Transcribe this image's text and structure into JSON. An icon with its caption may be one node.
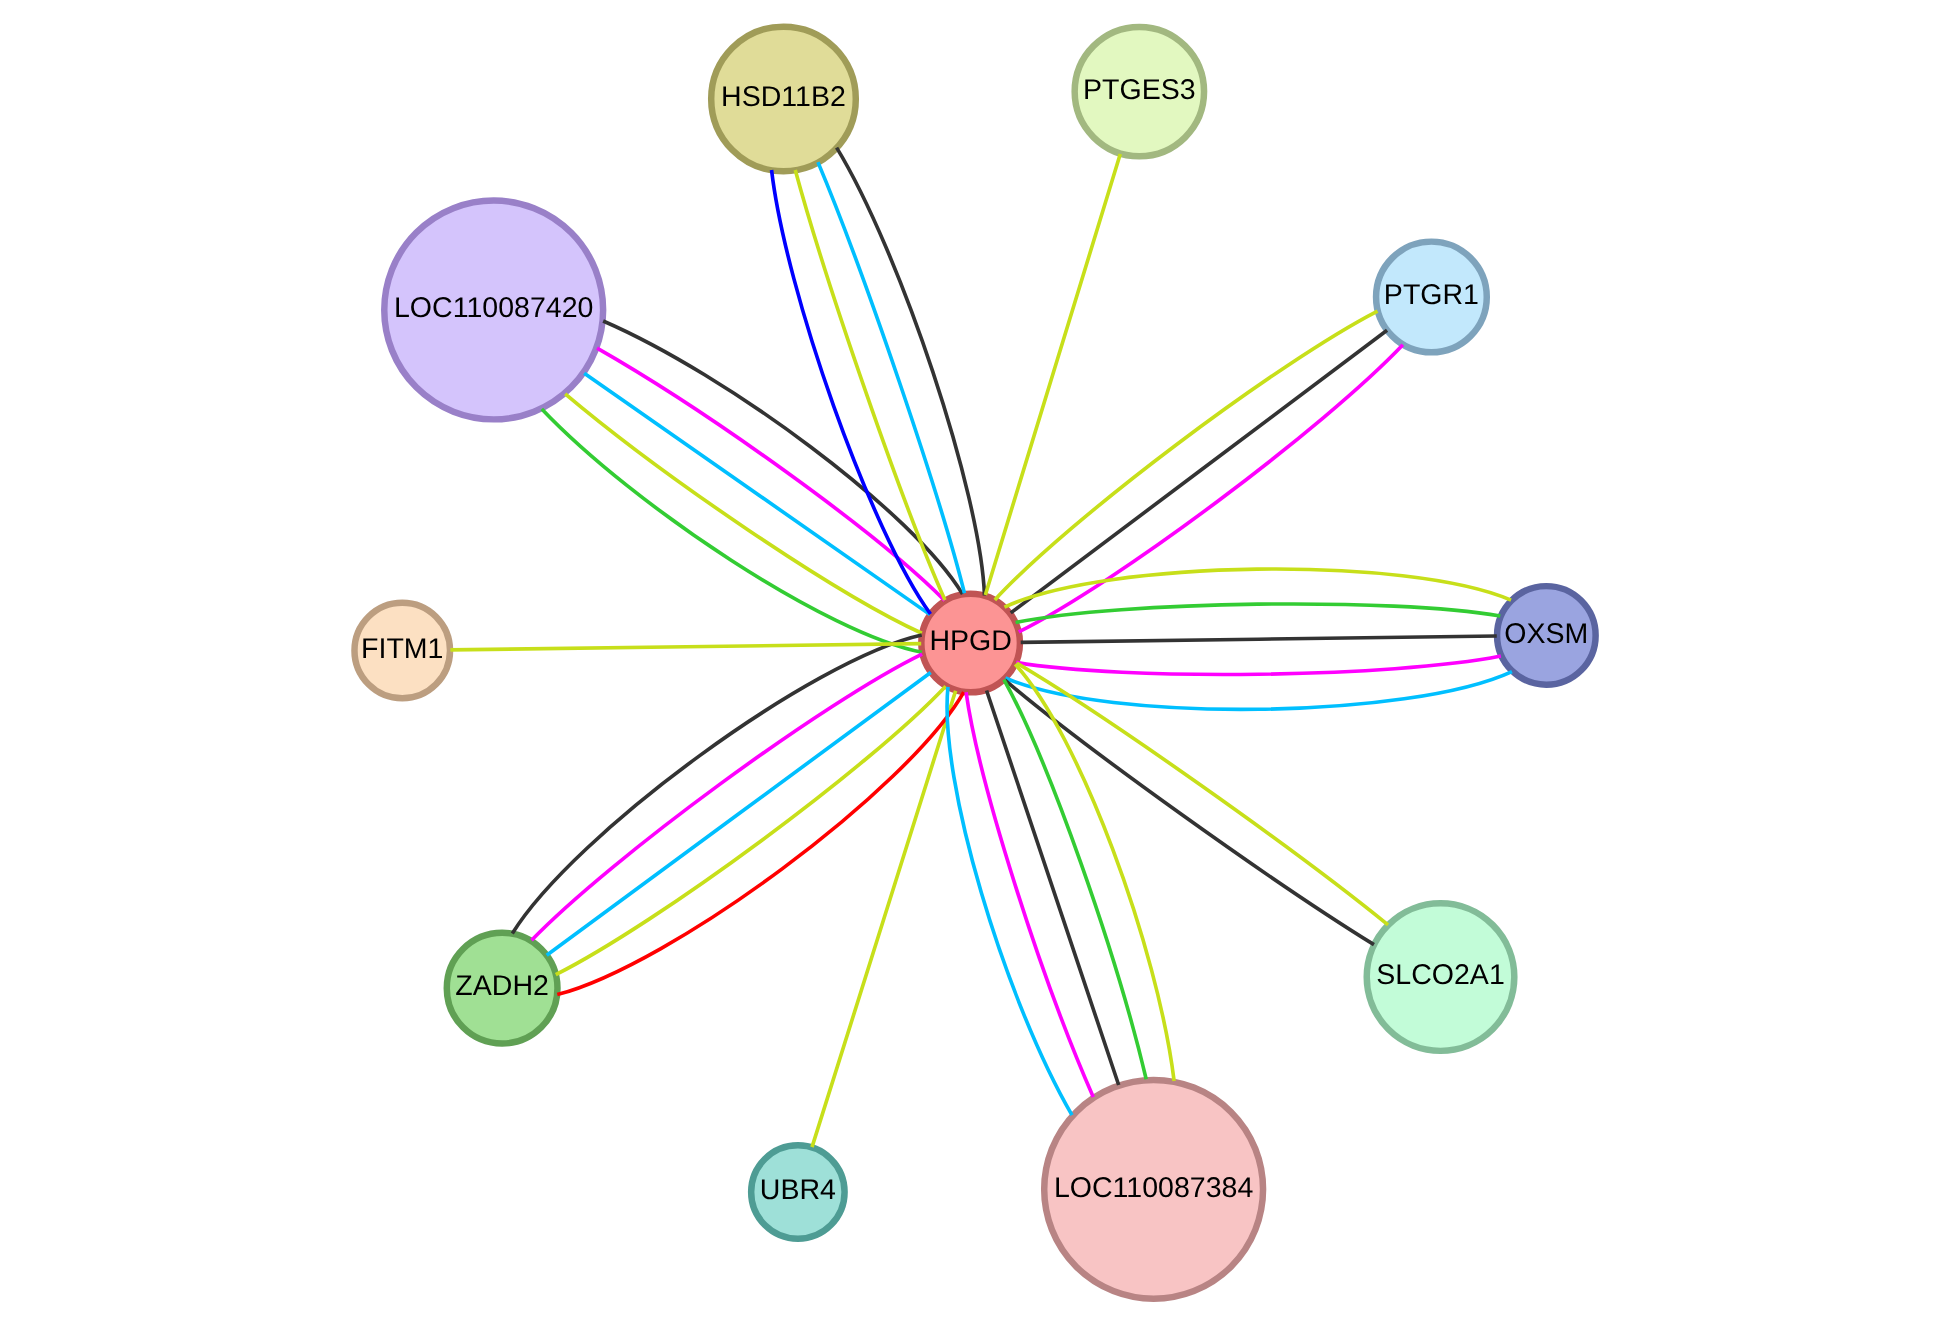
{
  "diagram": {
    "nodes": [
      {
        "text": [
          "LOC110087420"
        ]
      },
      {
        "text": [
          "PTGR1"
        ]
      },
      {
        "text": [
          "UBR4"
        ]
      },
      {
        "text": [
          "HSD11B2"
        ]
      },
      {
        "text": [
          "PTGES3"
        ]
      },
      {
        "text": [
          "HPGD"
        ]
      },
      {
        "text": [
          "ZADH2"
        ]
      },
      {
        "text": [
          "OXSM"
        ]
      },
      {
        "text": [
          "FITM1"
        ]
      },
      {
        "text": [
          "SLCO2A1"
        ]
      },
      {
        "text": [
          "LOC110087384"
        ]
      }
    ],
    "edges": [
      {
        "from": 5,
        "to": 0,
        "arrow": "none",
        "color": "#33cc33"
      },
      {
        "from": 5,
        "to": 0,
        "arrow": "none",
        "color": "#333333"
      },
      {
        "from": 5,
        "to": 0,
        "arrow": "none",
        "color": "#ff00ff"
      },
      {
        "from": 5,
        "to": 0,
        "arrow": "none",
        "color": "#00bfff"
      },
      {
        "from": 5,
        "to": 0,
        "arrow": "none",
        "color": "#c7df1a"
      },
      {
        "from": 5,
        "to": 2,
        "arrow": "none",
        "color": "#c7df1a"
      },
      {
        "from": 5,
        "to": 1,
        "arrow": "none",
        "color": "#c7df1a"
      },
      {
        "from": 5,
        "to": 1,
        "arrow": "none",
        "color": "#ff00ff"
      },
      {
        "from": 5,
        "to": 1,
        "arrow": "none",
        "color": "#333333"
      },
      {
        "from": 5,
        "to": 4,
        "arrow": "none",
        "color": "#c7df1a"
      },
      {
        "from": 5,
        "to": 3,
        "arrow": "none",
        "color": "#0000ff"
      },
      {
        "from": 5,
        "to": 3,
        "arrow": "none",
        "color": "#333333"
      },
      {
        "from": 5,
        "to": 3,
        "arrow": "none",
        "color": "#00bfff"
      },
      {
        "from": 5,
        "to": 3,
        "arrow": "none",
        "color": "#c7df1a"
      },
      {
        "from": 5,
        "to": 6,
        "arrow": "none",
        "color": "#ff0000"
      },
      {
        "from": 5,
        "to": 6,
        "arrow": "none",
        "color": "#333333"
      },
      {
        "from": 5,
        "to": 6,
        "arrow": "none",
        "color": "#ff00ff"
      },
      {
        "from": 5,
        "to": 6,
        "arrow": "none",
        "color": "#00bfff"
      },
      {
        "from": 5,
        "to": 6,
        "arrow": "none",
        "color": "#c7df1a"
      },
      {
        "from": 5,
        "to": 7,
        "arrow": "none",
        "color": "#c7df1a"
      },
      {
        "from": 5,
        "to": 7,
        "arrow": "none",
        "color": "#00bfff"
      },
      {
        "from": 5,
        "to": 7,
        "arrow": "none",
        "color": "#ff00ff"
      },
      {
        "from": 5,
        "to": 7,
        "arrow": "none",
        "color": "#333333"
      },
      {
        "from": 5,
        "to": 7,
        "arrow": "none",
        "color": "#33cc33"
      },
      {
        "from": 5,
        "to": 9,
        "arrow": "none",
        "color": "#c7df1a"
      },
      {
        "from": 5,
        "to": 9,
        "arrow": "none",
        "color": "#333333"
      },
      {
        "from": 5,
        "to": 8,
        "arrow": "none",
        "color": "#c7df1a"
      },
      {
        "from": 5,
        "to": 10,
        "arrow": "none",
        "color": "#c7df1a"
      },
      {
        "from": 5,
        "to": 10,
        "arrow": "none",
        "color": "#00bfff"
      },
      {
        "from": 5,
        "to": 10,
        "arrow": "none",
        "color": "#ff00ff"
      },
      {
        "from": 5,
        "to": 10,
        "arrow": "none",
        "color": "#333333"
      },
      {
        "from": 5,
        "to": 10,
        "arrow": "none",
        "color": "#33cc33"
      }
    ]
  }
}
